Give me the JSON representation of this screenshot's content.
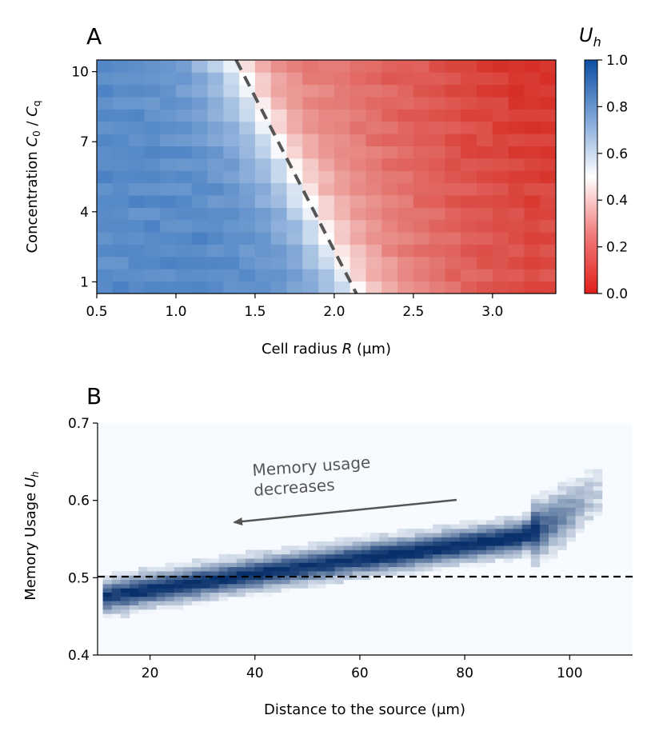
{
  "chart_data": [
    {
      "type": "heatmap",
      "panel_label": "A",
      "xlabel": "Cell radius R (μm)",
      "ylabel": "Concentration C0 / Cq",
      "xlim": [
        0.5,
        3.4
      ],
      "ylim": [
        0.5,
        10.5
      ],
      "xticks": [
        "0.5",
        "1.0",
        "1.5",
        "2.0",
        "2.5",
        "3.0"
      ],
      "yticks": [
        "1",
        "4",
        "7",
        "10"
      ],
      "grid": {
        "nx": 29,
        "ny": 19
      },
      "colorbar": {
        "title": "U_h",
        "range": [
          0.0,
          1.0
        ],
        "ticks": [
          "0.0",
          "0.2",
          "0.4",
          "0.6",
          "0.8",
          "1.0"
        ],
        "colormap": "diverging red-white-blue, white at 0.5",
        "colors": {
          "low": "#d62f27",
          "mid": "#ffffff",
          "high": "#1a5fb4"
        }
      },
      "boundary_line": {
        "style": "dashed",
        "color": "#555555",
        "points": [
          [
            1.38,
            10.5
          ],
          [
            2.14,
            0.5
          ]
        ],
        "meaning": "U_h = 0.5 contour"
      },
      "value_summary": "U_h ≈ 0.70–0.80 (blue) for R < ~1.35 μm; ≈ 0.5 near the dashed line; ≈ 0.15–0.30 (red) for R > ~2.2 μm, lowest near R ≈ 3.0–3.2 at high concentration"
    },
    {
      "type": "heatmap",
      "panel_label": "B",
      "xlabel": "Distance to the source (μm)",
      "ylabel": "Memory Usage U_h",
      "xlim": [
        10,
        112
      ],
      "ylim": [
        0.4,
        0.7
      ],
      "xticks": [
        "20",
        "40",
        "60",
        "80",
        "100"
      ],
      "yticks": [
        "0.4",
        "0.5",
        "0.6",
        "0.7"
      ],
      "reference_line": {
        "y": 0.5,
        "style": "dashed",
        "color": "#000000"
      },
      "annotation": {
        "text": [
          "Memory usage",
          "decreases"
        ],
        "arrow_from": [
          80,
          0.6
        ],
        "arrow_to": [
          35,
          0.57
        ]
      },
      "ridge": [
        [
          11,
          0.475
        ],
        [
          20,
          0.485
        ],
        [
          30,
          0.495
        ],
        [
          40,
          0.505
        ],
        [
          50,
          0.515
        ],
        [
          60,
          0.525
        ],
        [
          70,
          0.533
        ],
        [
          80,
          0.543
        ],
        [
          90,
          0.552
        ],
        [
          95,
          0.565
        ],
        [
          100,
          0.585
        ],
        [
          105,
          0.61
        ]
      ],
      "colormap": "white to dark blue density",
      "colors": {
        "low": "#f7fbff",
        "high": "#08306b"
      }
    }
  ]
}
